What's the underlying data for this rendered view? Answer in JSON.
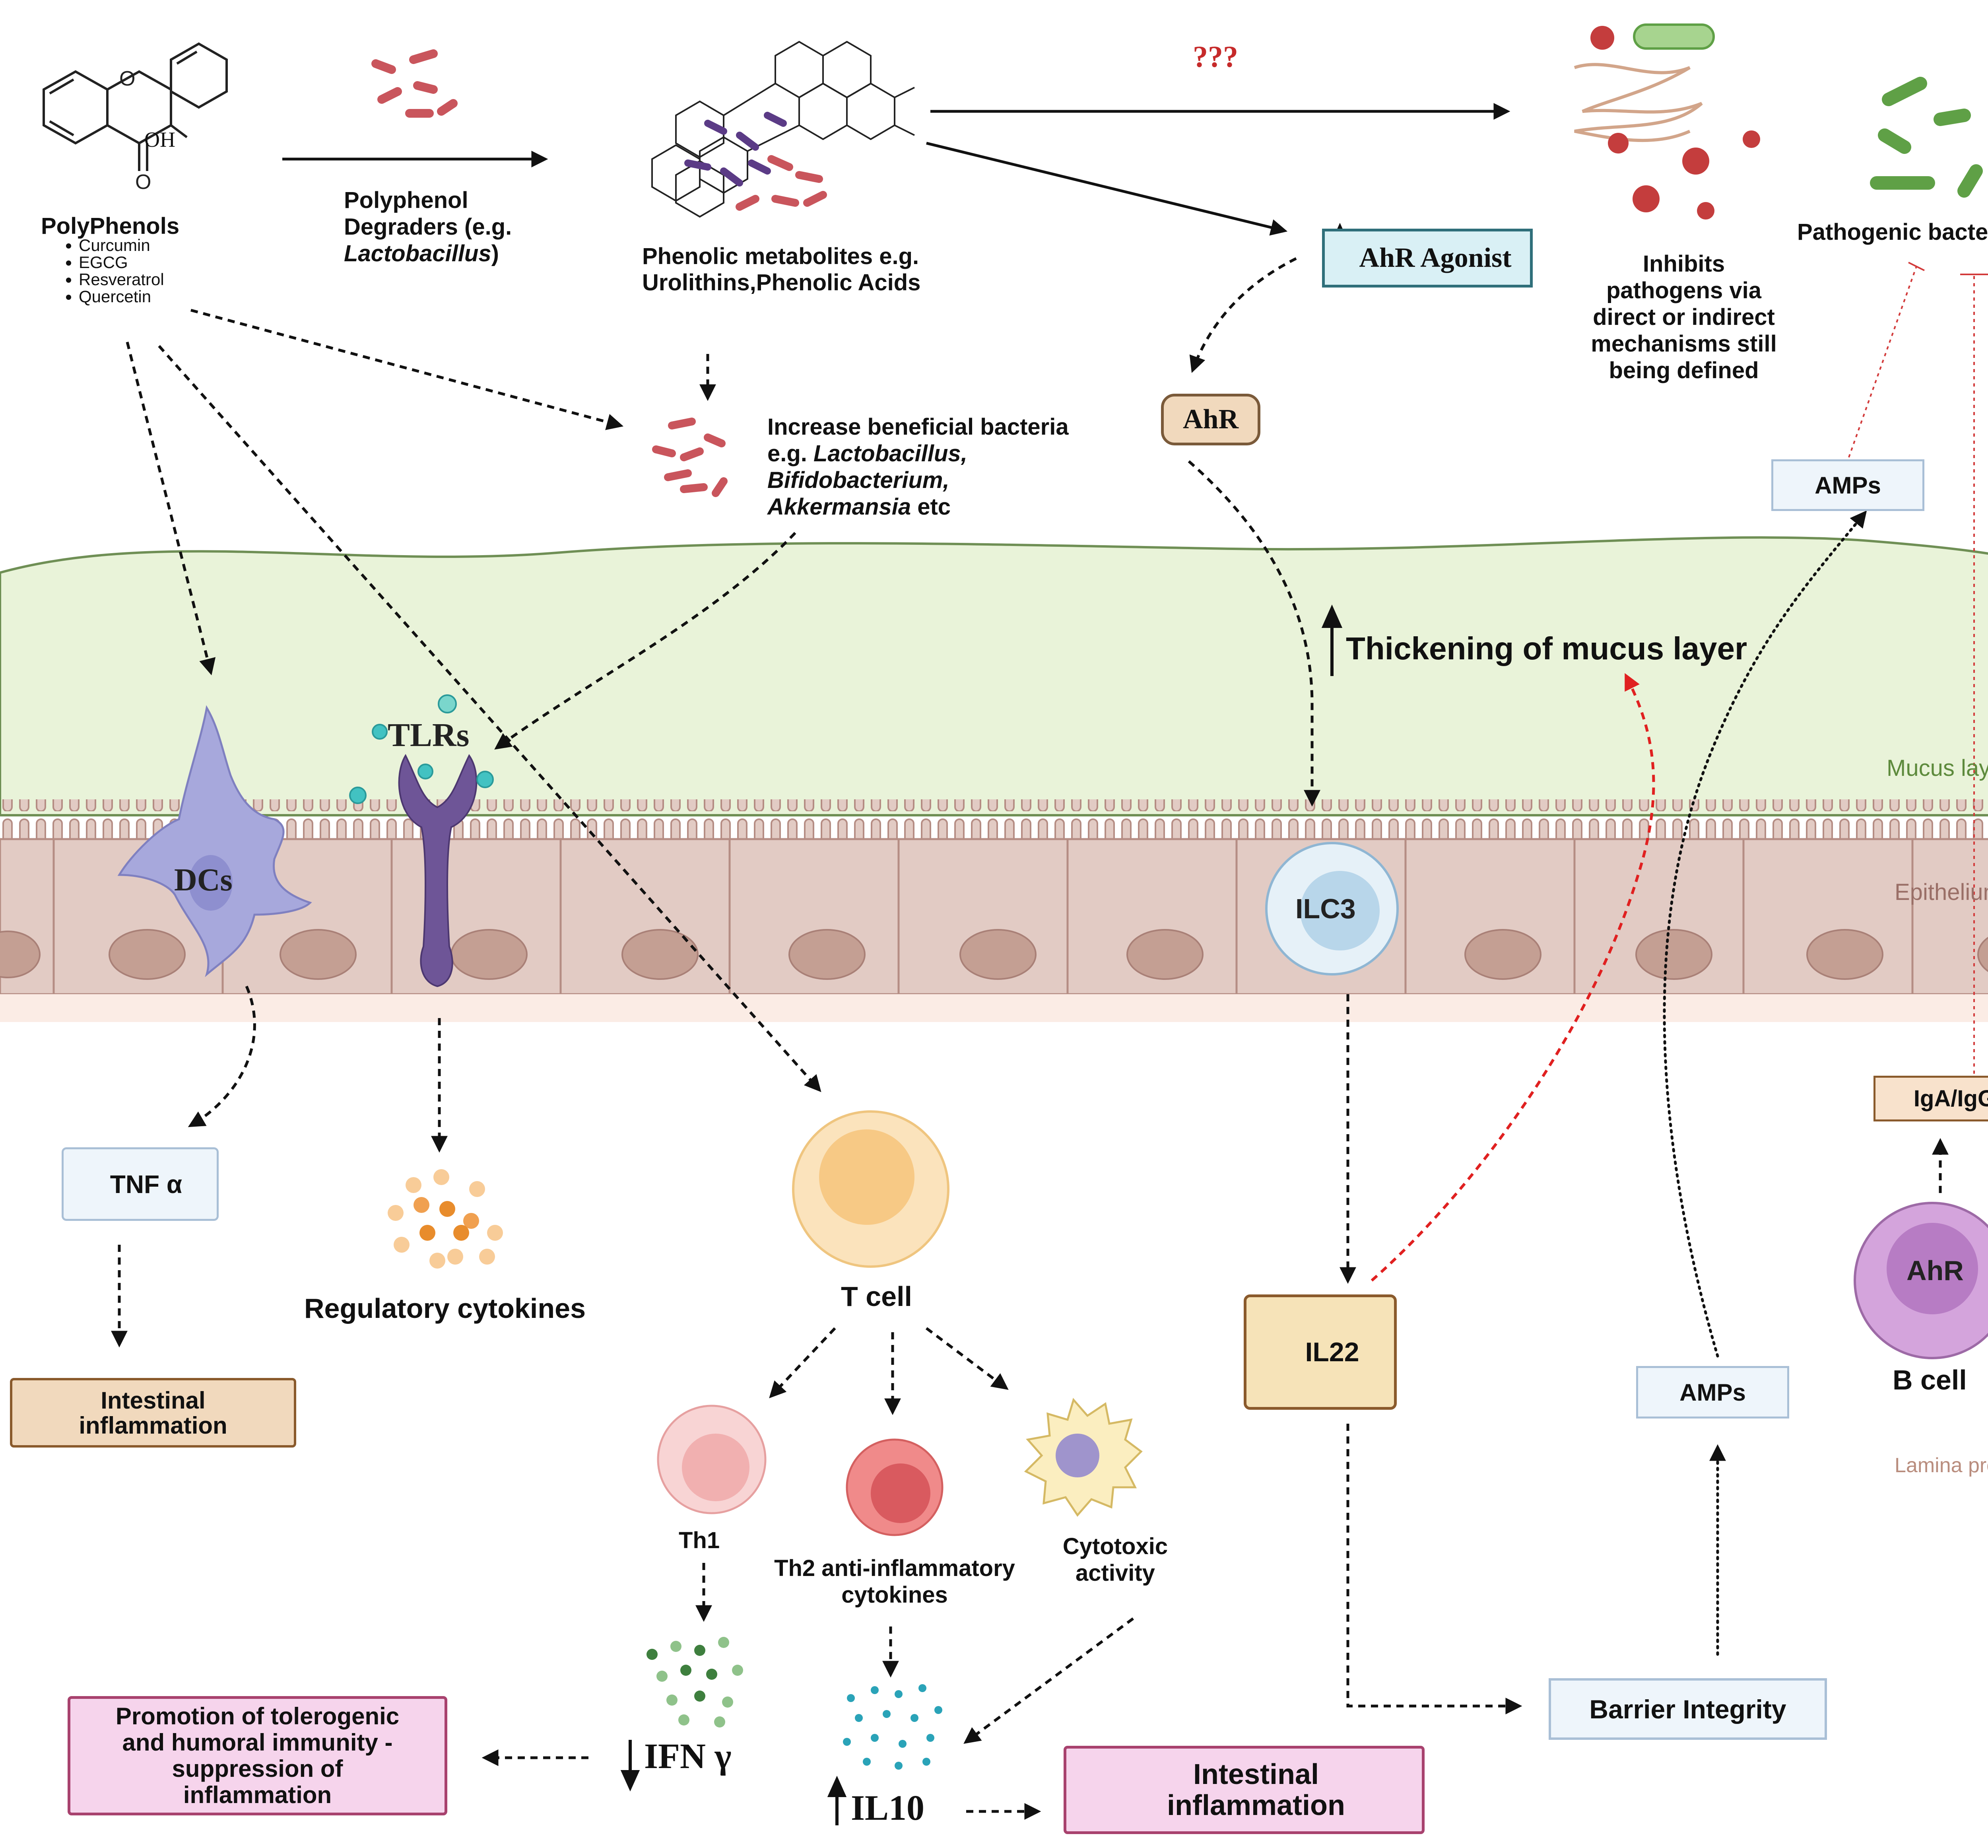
{
  "polyphenols": {
    "title": "PolyPhenols",
    "items": [
      "Curcumin",
      "EGCG",
      "Resveratrol",
      "Quercetin"
    ],
    "oh_label": "OH"
  },
  "degraders": {
    "line1": "Polyphenol",
    "line2": "Degraders (e.g.",
    "line3_italic": "Lactobacillus",
    "line3_tail": ")"
  },
  "metabolites": {
    "line1": "Phenolic metabolites e.g.",
    "line2": "Urolithins,Phenolic Acids"
  },
  "unknown_marker": "???",
  "ahr_agonist": "AhR Agonist",
  "ahr": "AhR",
  "inhibits": {
    "line1": "Inhibits",
    "line2": "pathogens via",
    "line3": "direct or indirect",
    "line4": "mechanisms still",
    "line5": "being defined"
  },
  "pathogenic_bacteria": "Pathogenic bacteria",
  "beneficial": {
    "line1": "Increase beneficial bacteria",
    "line2_prefix": "e.g. ",
    "line2_italic": "Lactobacillus,",
    "line3_italic": "Bifidobacterium,",
    "line4_italic": "Akkermansia",
    "line4_tail": " etc"
  },
  "amps_top": "AMPs",
  "amps_bottom": "AMPs",
  "mucus_thickening": "Thickening of mucus layer",
  "layers": {
    "mucus": "Mucus layer",
    "epithelium": "Epithelium",
    "lamina": "Lamina propria"
  },
  "cells": {
    "dcs": "DCs",
    "tlrs": "TLRs",
    "ilc3": "ILC3",
    "tcell": "T cell",
    "th1": "Th1",
    "th2": {
      "line1": "Th2 anti-inflammatory",
      "line2": "cytokines"
    },
    "cytotoxic": {
      "line1": "Cytotoxic",
      "line2": "activity"
    },
    "bcell": "B cell",
    "bcell_ahr": "AhR"
  },
  "tnf": "TNF α",
  "intestinal_inflammation_left": {
    "line1": "Intestinal",
    "line2": "inflammation"
  },
  "regulatory_cytokines": "Regulatory cytokines",
  "il22": "IL22",
  "iga_igg": "IgA/IgG",
  "barrier_integrity": "Barrier Integrity",
  "ifn": "IFN γ",
  "il10": "IL10",
  "tolerogenic": {
    "line1": "Promotion of tolerogenic",
    "line2": "and humoral immunity  -",
    "line3": "suppression of",
    "line4": "inflammation"
  },
  "intestinal_inflammation_right": {
    "line1": "Intestinal",
    "line2": "inflammation"
  },
  "colors": {
    "mucus": "#e9f3d9",
    "epithelium": "#e2cbc4",
    "nucleus": "#c49f93",
    "dc": "#a7a8dc",
    "tlr": "#6e5597",
    "ilc3": "#cfe3ef",
    "tcell": "#f8d9a8",
    "bcell": "#d4a4dc",
    "arrow_red": "#e02020",
    "bacteria_red": "#c9555c",
    "bacteria_green": "#5fa046"
  }
}
